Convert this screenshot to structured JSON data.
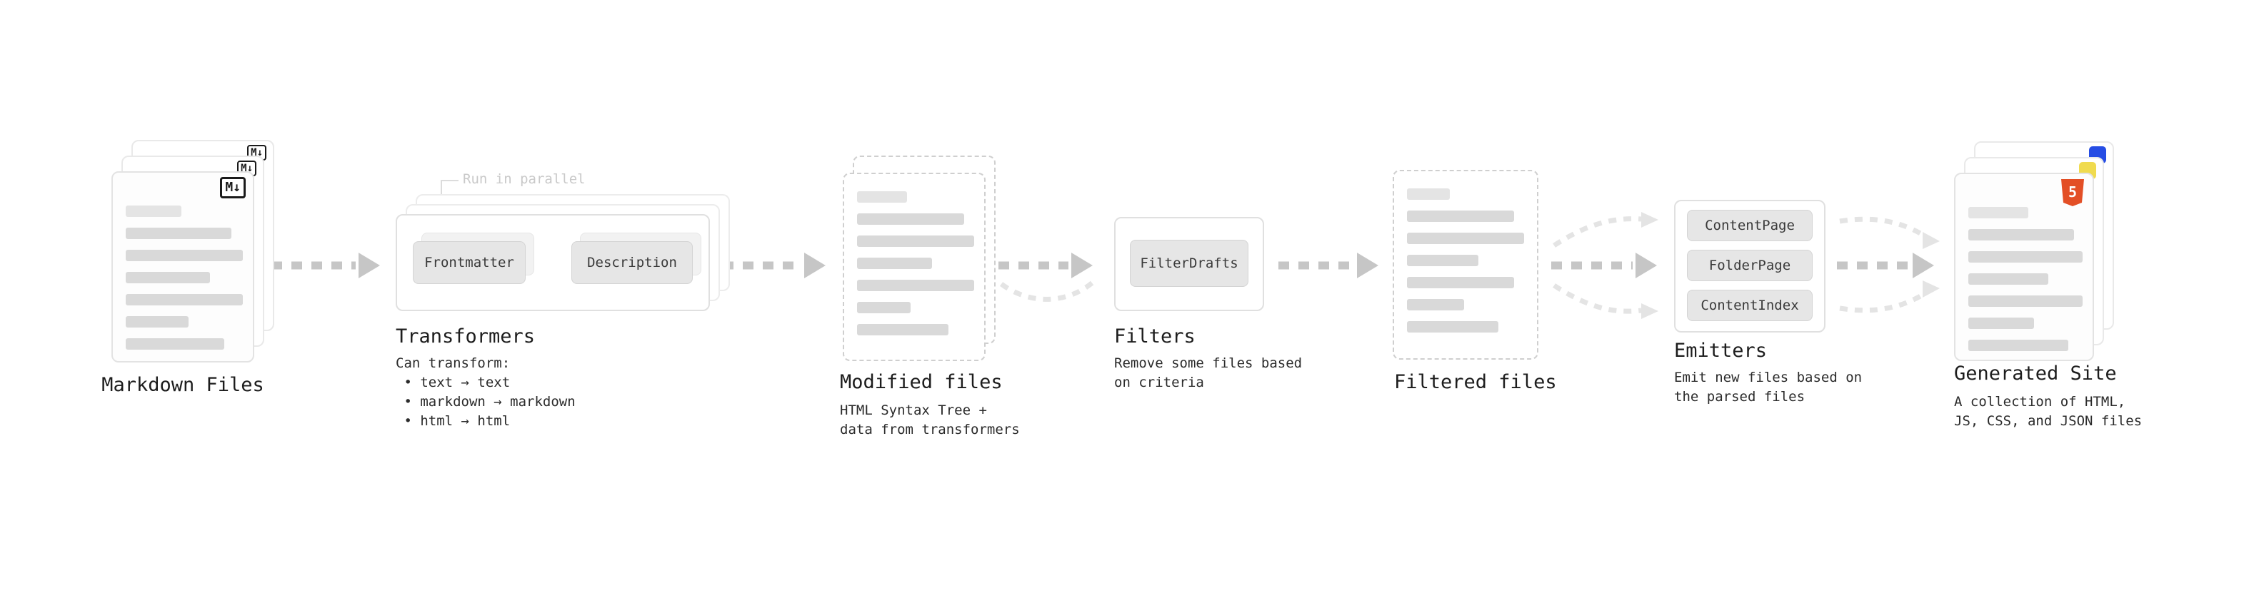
{
  "diagram": {
    "markdown_files": {
      "title": "Markdown Files",
      "icon_label": "M↓"
    },
    "transformers": {
      "title": "Transformers",
      "parallel_label": "Run in parallel",
      "nodes": [
        "Frontmatter",
        "Description"
      ],
      "caption": "Can transform:\n • text → text\n • markdown → markdown\n • html → html"
    },
    "modified_files": {
      "title": "Modified files",
      "caption": "HTML Syntax Tree +\ndata from transformers"
    },
    "filters": {
      "title": "Filters",
      "nodes": [
        "FilterDrafts"
      ],
      "caption": "Remove some files based\non criteria"
    },
    "filtered_files": {
      "title": "Filtered files"
    },
    "emitters": {
      "title": "Emitters",
      "nodes": [
        "ContentPage",
        "FolderPage",
        "ContentIndex"
      ],
      "caption": "Emit new files based on\nthe parsed files"
    },
    "generated_site": {
      "title": "Generated Site",
      "icon_label": "5",
      "caption": "A collection of HTML,\nJS, CSS, and JSON files"
    }
  },
  "colors": {
    "background": "#ffffff",
    "arrow": "#c6c6c6",
    "arrow_light": "#e4e4e4",
    "card_border": "#e3e3e3",
    "dashed_border": "#cfcfcf",
    "text_bar": "#d9d9d9",
    "chip_bg": "#e6e6e6",
    "title_text": "#1d1d1d",
    "muted_label": "#c9c9c9",
    "html_badge": "#e34f26",
    "js_badge": "#f0db4f",
    "css_badge": "#264de4"
  }
}
